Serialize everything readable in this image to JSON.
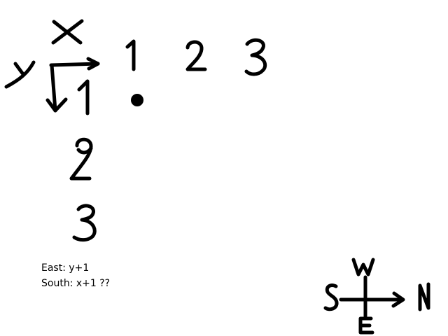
{
  "axes": {
    "x_label": "x",
    "y_label": "y"
  },
  "column_numbers": [
    "1",
    "2",
    "3"
  ],
  "row_numbers": [
    "1",
    "2",
    "3"
  ],
  "notes": {
    "east": "East: y+1",
    "south": "South: x+1 ??"
  },
  "compass": {
    "west": "W",
    "south": "S",
    "north": "N",
    "east": "E"
  },
  "marker": "filled-dot-at-column-1-row-1",
  "ink_color": "#000000",
  "background_color": "#ffffff"
}
